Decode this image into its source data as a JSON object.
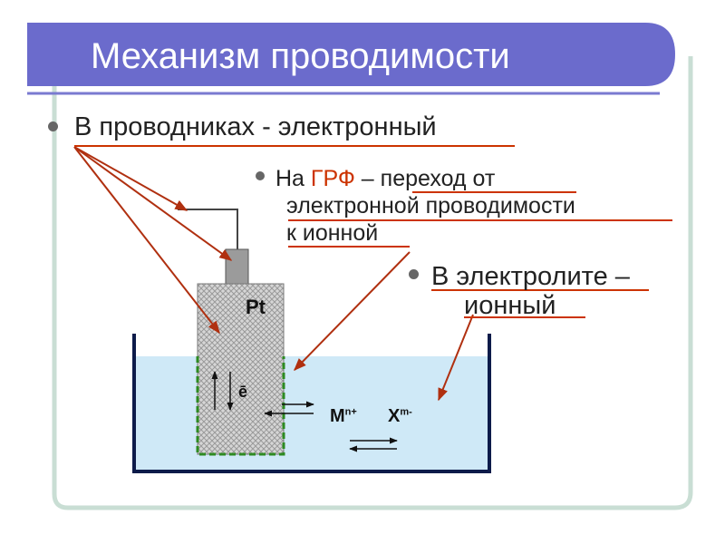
{
  "title": "Механизм проводимости",
  "bullet1": "В проводниках - электронный",
  "bullet2": {
    "prefix": "На ",
    "highlight": "ГРФ",
    "rest": " – переход от",
    "line2": "электронной проводимости",
    "line3": "к ионной"
  },
  "bullet3": {
    "line1": "В электролите –",
    "line2": "ионный"
  },
  "labels": {
    "electrode": "Pt",
    "electron": "ē",
    "cation": "M",
    "cation_charge": "n+",
    "anion": "X",
    "anion_charge": "m-"
  },
  "colors": {
    "title_bar": "#6b6bcc",
    "accent": "#cc3300",
    "underline": "#cc3300",
    "arrow": "#b03010",
    "electrolyte": "#cfe9f7",
    "vessel": "#0d1b4a",
    "frame": "#c9ded4",
    "electrode": "#cfcfcf",
    "interface": "#2e8b22"
  }
}
